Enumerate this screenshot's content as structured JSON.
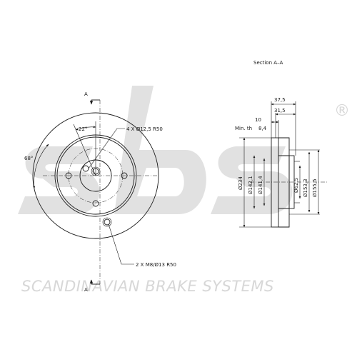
{
  "watermark": {
    "logo_text": "sbs",
    "registered_mark": "®",
    "company_name": "SCANDINAVIAN BRAKE SYSTEMS"
  },
  "front_view": {
    "section_marker": "A",
    "angle_bolt_holes": "22°",
    "angle_threaded_holes": "68°",
    "bolt_hole_callout": "4 X Ø12,5  R50",
    "threaded_hole_callout": "2 X M8/Ø13  R50"
  },
  "section_view": {
    "title": "Section A–A",
    "overall_height": "37,5",
    "hat_height": "31,5",
    "disc_thickness": "10",
    "min_thickness_label": "Min. th",
    "min_thickness_value": "8,4",
    "diameters": {
      "outer": "Ø234",
      "friction_inner": "Ø142,1",
      "hat_outer": "Ø141,4",
      "center_bore": "Ø62,5",
      "bore_step": "Ø153,3",
      "outer_step": "Ø155,5"
    }
  },
  "colors": {
    "line": "#1a1a1a",
    "watermark": "#d7d7d7"
  }
}
